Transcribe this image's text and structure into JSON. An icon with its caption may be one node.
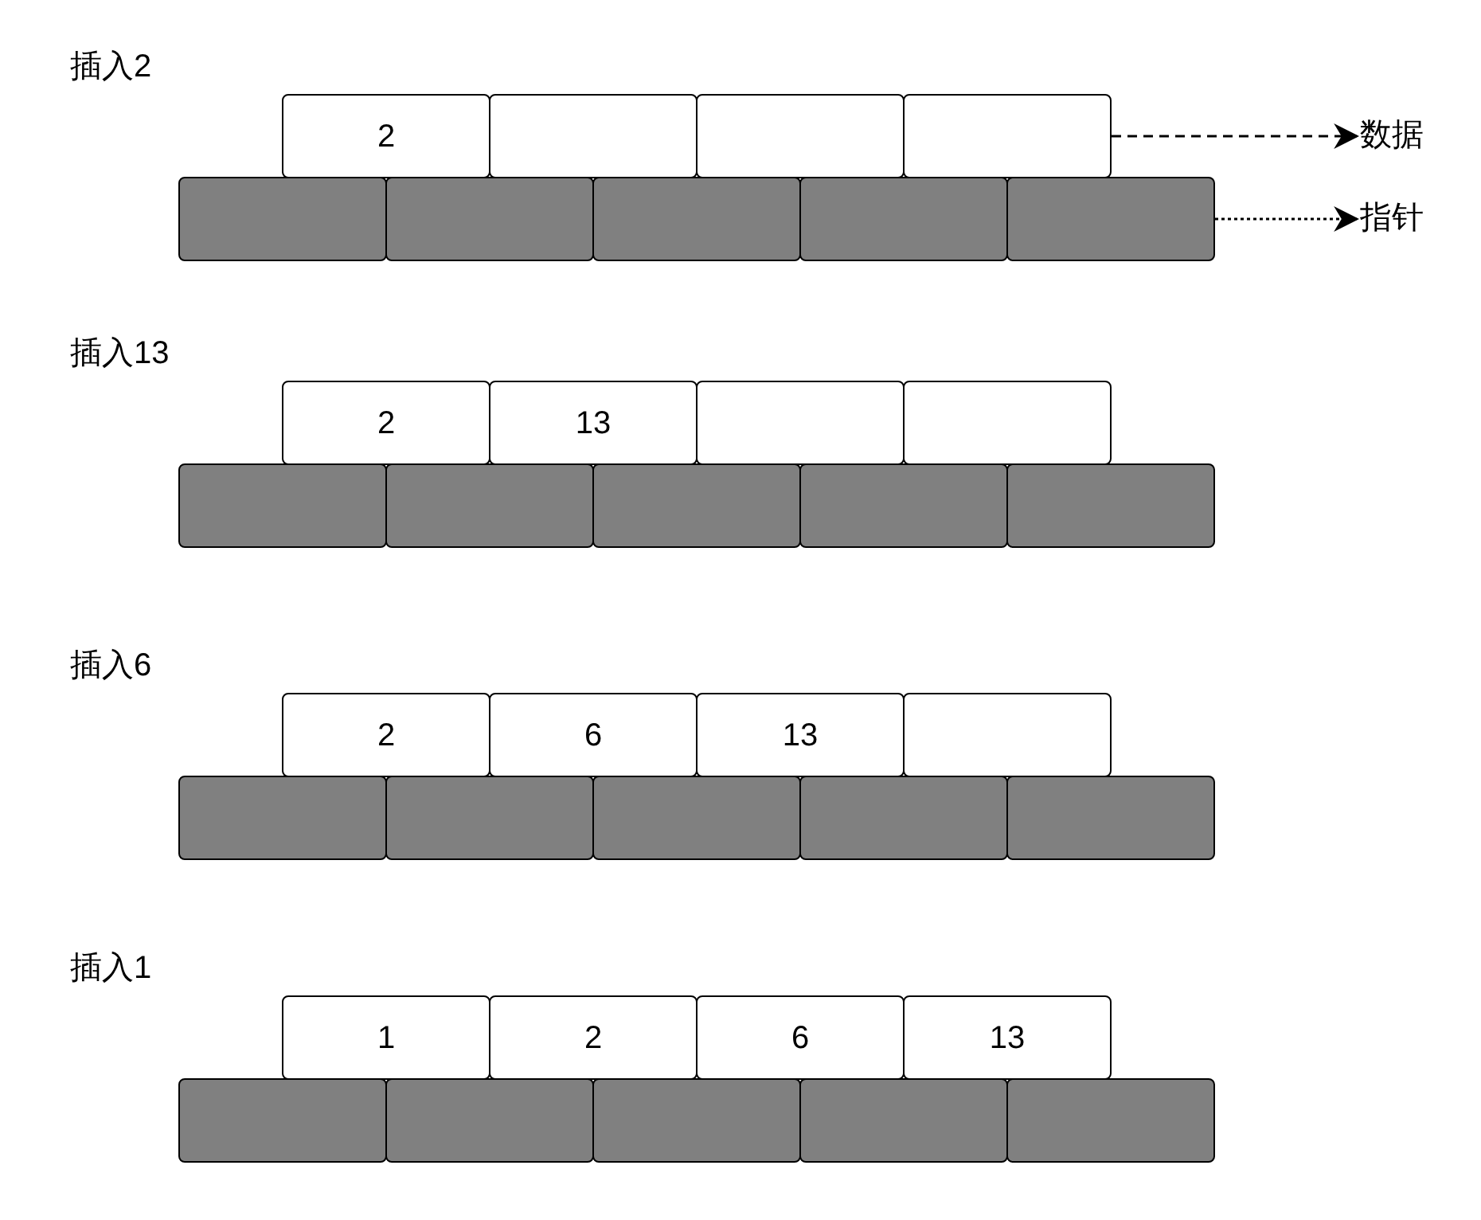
{
  "diagram": {
    "nodes": [
      {
        "text": [
          "2"
        ]
      },
      {
        "text": [],
        "shape": "box"
      },
      {
        "text": [],
        "shape": "box"
      },
      {
        "text": [],
        "shape": "box"
      },
      {
        "text": [
          "数据"
        ]
      },
      {
        "text": [],
        "shape": "box"
      },
      {
        "text": [],
        "shape": "box"
      },
      {
        "text": [],
        "shape": "box"
      },
      {
        "text": [],
        "shape": "box"
      },
      {
        "text": [],
        "shape": "box"
      },
      {
        "text": [
          "指针"
        ]
      },
      {
        "text": [
          "2"
        ]
      },
      {
        "text": [
          "13"
        ]
      },
      {
        "text": [],
        "shape": "box"
      },
      {
        "text": [],
        "shape": "box"
      },
      {
        "text": [],
        "shape": "box"
      },
      {
        "text": [],
        "shape": "box"
      },
      {
        "text": [],
        "shape": "box"
      },
      {
        "text": [],
        "shape": "box"
      },
      {
        "text": [],
        "shape": "box"
      },
      {
        "text": [
          "2"
        ]
      },
      {
        "text": [
          "6"
        ]
      },
      {
        "text": [
          "13"
        ]
      },
      {
        "text": [],
        "shape": "box"
      },
      {
        "text": [],
        "shape": "box"
      },
      {
        "text": [],
        "shape": "box"
      },
      {
        "text": [],
        "shape": "box"
      },
      {
        "text": [],
        "shape": "box"
      },
      {
        "text": [],
        "shape": "box"
      },
      {
        "text": [
          "1"
        ]
      },
      {
        "text": [
          "2"
        ]
      },
      {
        "text": [
          "6"
        ]
      },
      {
        "text": [
          "13"
        ]
      },
      {
        "text": [],
        "shape": "box"
      },
      {
        "text": [],
        "shape": "box"
      },
      {
        "text": [],
        "shape": "box"
      },
      {
        "text": [],
        "shape": "box"
      },
      {
        "text": [],
        "shape": "box"
      }
    ],
    "edges": [
      {
        "from": 3,
        "to": 4,
        "arrow": "to",
        "style": "dashed"
      },
      {
        "from": 9,
        "to": 10,
        "arrow": "to",
        "style": "dashed"
      }
    ],
    "labels": [
      "插入2",
      "插入13",
      "插入6",
      "插入1"
    ]
  }
}
